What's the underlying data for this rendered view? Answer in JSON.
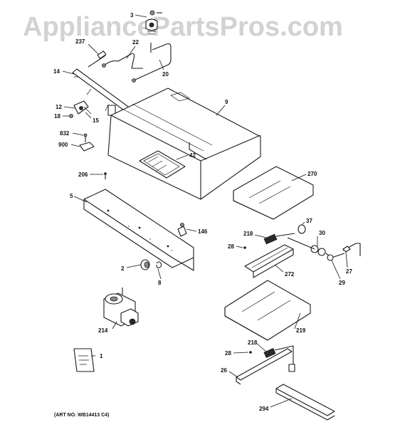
{
  "watermark": "AppliancePartsPros.com",
  "art_number": "(ART NO. WB14413 C4)",
  "labels": {
    "p3": "3",
    "p22": "22",
    "p237": "237",
    "p20": "20",
    "p14": "14",
    "p9": "9",
    "p12": "12",
    "p18": "18",
    "p15": "15",
    "p832": "832",
    "p900": "900",
    "p42": "42",
    "p206": "206",
    "p270": "270",
    "p5": "5",
    "p37": "37",
    "p146": "146",
    "p218a": "218",
    "p30": "30",
    "p28a": "28",
    "p2": "2",
    "p27": "27",
    "p272": "272",
    "p8": "8",
    "p29": "29",
    "p214": "214",
    "p219": "219",
    "p218b": "218",
    "p1": "1",
    "p28b": "28",
    "p26": "26",
    "p294": "294"
  }
}
